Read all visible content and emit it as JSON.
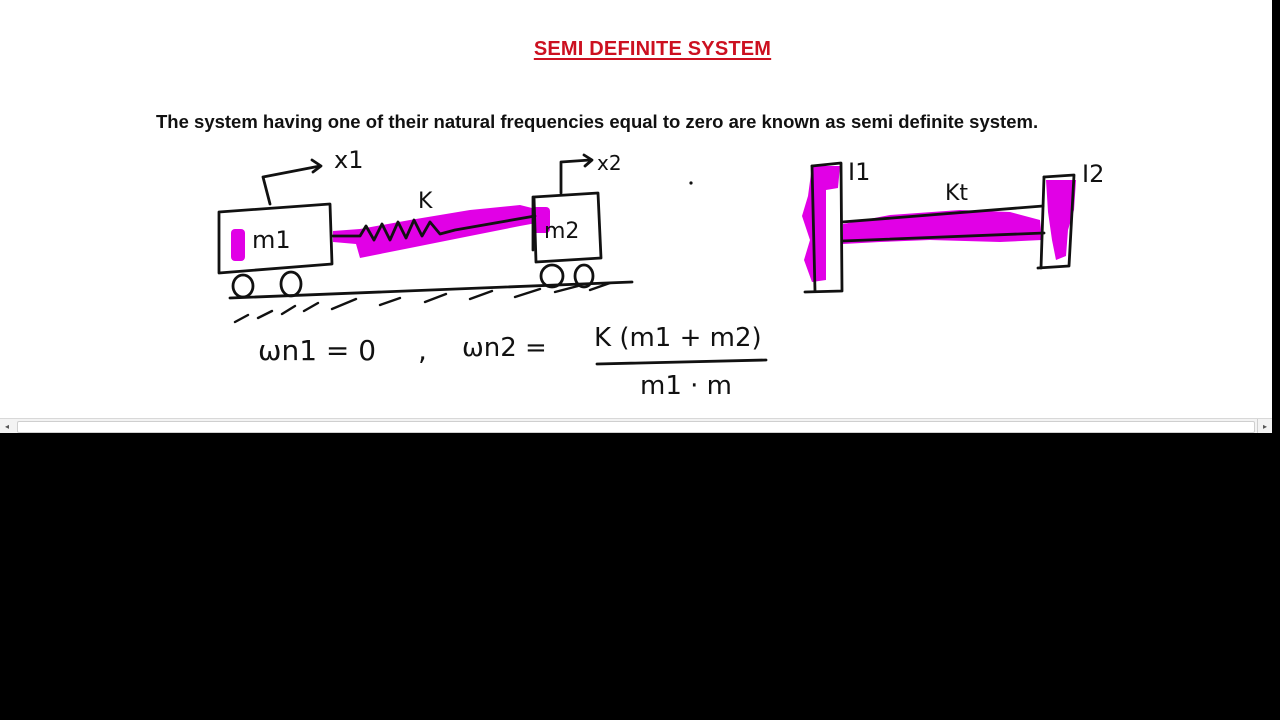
{
  "page": {
    "title": "SEMI DEFINITE SYSTEM",
    "definition": "The system having one of their natural frequencies equal to zero are known as semi definite system."
  },
  "colors": {
    "title_red": "#cc1020",
    "highlight_magenta": "#e100e6",
    "ink": "#111111",
    "background": "#ffffff"
  },
  "diagram_linear": {
    "mass1_label": "m1",
    "mass2_label": "m2",
    "spring_label": "K",
    "displacement1_label": "x1",
    "displacement2_label": "x2"
  },
  "diagram_torsional": {
    "inertia1_label": "I1",
    "inertia2_label": "I2",
    "shaft_stiffness_label": "Kt"
  },
  "equations": {
    "wn1": "ωn1 = 0",
    "separator": ",",
    "wn2_lhs": "ωn2 =",
    "wn2_numerator": "K (m1 + m2)",
    "wn2_denominator": "m1 · m"
  },
  "scrollbar": {
    "left_arrow": "◂",
    "right_arrow": "▸"
  }
}
